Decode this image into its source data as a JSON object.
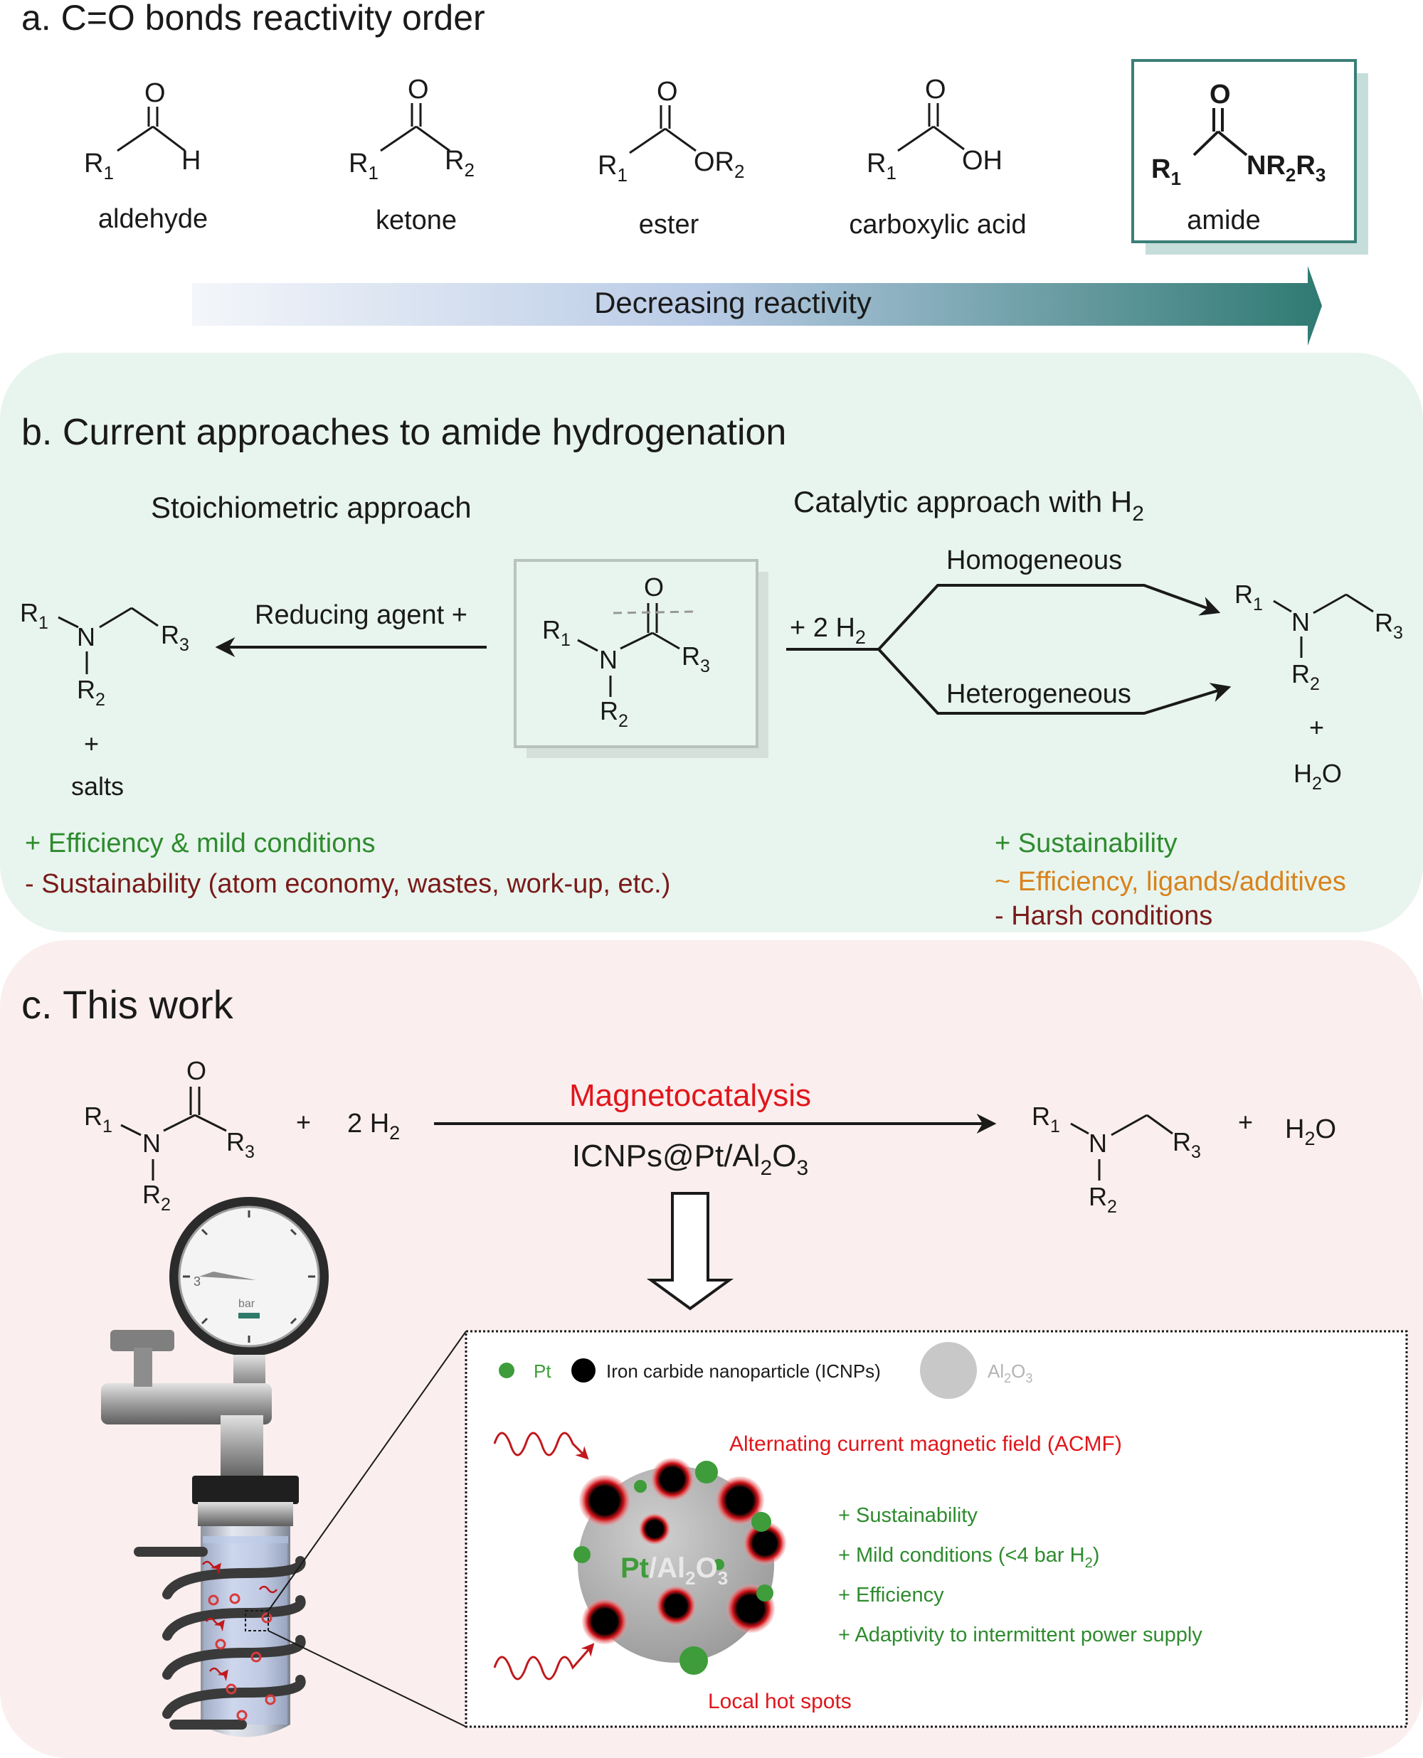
{
  "panel_a": {
    "title": "a. C=O bonds reactivity order",
    "compounds": [
      {
        "name": "aldehyde",
        "carbonyl_o": "O",
        "left_group": "R",
        "left_sub": "1",
        "right_group": "H",
        "right_sub": ""
      },
      {
        "name": "ketone",
        "carbonyl_o": "O",
        "left_group": "R",
        "left_sub": "1",
        "right_group": "R",
        "right_sub": "2"
      },
      {
        "name": "ester",
        "carbonyl_o": "O",
        "left_group": "R",
        "left_sub": "1",
        "right_group": "OR",
        "right_sub": "2"
      },
      {
        "name": "carboxylic acid",
        "carbonyl_o": "O",
        "left_group": "R",
        "left_sub": "1",
        "right_group": "OH",
        "right_sub": ""
      },
      {
        "name": "amide",
        "carbonyl_o": "O",
        "left_group": "R",
        "left_sub": "1",
        "right_group": "NR",
        "right_sub": "2",
        "right_group2": "R",
        "right_sub2": "3"
      }
    ],
    "arrow_label": "Decreasing reactivity",
    "colors": {
      "highlight_box": "#3a7f78",
      "box_shadow": "#c5dedb",
      "gradient_start": "#eef2f8",
      "gradient_mid": "#b9cbe6",
      "gradient_end": "#2f7a72"
    }
  },
  "panel_b": {
    "title": "b. Current approaches to amide hydrogenation",
    "stoich_heading": "Stoichiometric approach",
    "catalytic_heading": "Catalytic approach with H",
    "catalytic_heading_sub": "2",
    "reducing_agent": "Reducing agent  +",
    "h2_prefix": "+ 2 H",
    "h2_sub": "2",
    "homogeneous": "Homogeneous",
    "heterogeneous": "Heterogeneous",
    "plus": "+",
    "salts": "salts",
    "water": "H",
    "water_sub": "2",
    "water_o": "O",
    "stoich_pros": [
      {
        "text": "+ Efficiency & mild conditions",
        "color": "#2e8b2e"
      },
      {
        "text": "- Sustainability (atom economy, wastes, work-up, etc.)",
        "color": "#7a1a1a"
      }
    ],
    "catalytic_pros": [
      {
        "text": "+ Sustainability",
        "color": "#2e8b2e"
      },
      {
        "text": "~ Efficiency, ligands/additives",
        "color": "#d9821c"
      },
      {
        "text": "- Harsh conditions",
        "color": "#7a1a1a"
      }
    ],
    "colors": {
      "panel_bg": "#e8f5ee",
      "box": "#b9c3bd"
    }
  },
  "panel_c": {
    "title": "c. This work",
    "plus": "+",
    "h2_prefix": "2 H",
    "h2_sub": "2",
    "water": "H",
    "water_sub": "2",
    "water_o": "O",
    "arrow_top": "Magnetocatalysis",
    "catalyst_prefix": "ICNPs@Pt/Al",
    "catalyst_sub1": "2",
    "catalyst_mid": "O",
    "catalyst_sub2": "3",
    "legend": [
      {
        "label": "Pt",
        "color": "#3e9c3a"
      },
      {
        "label": "Iron carbide nanoparticle (ICNPs)",
        "color": "#000000"
      },
      {
        "label": "Al",
        "sub1": "2",
        "mid": "O",
        "sub2": "3",
        "color": "#c8c8c8"
      }
    ],
    "acmf": "Alternating current magnetic field (ACMF)",
    "hot_spots": "Local hot spots",
    "sphere_label_pt": "Pt",
    "sphere_label_rest": "/Al",
    "sphere_label_sub1": "2",
    "sphere_label_mid": "O",
    "sphere_label_sub2": "3",
    "benefits": [
      {
        "text": "+ Sustainability"
      },
      {
        "text": "+ Mild conditions (<4 bar H",
        "sub": "2",
        "suffix": ")"
      },
      {
        "text": "+ Efficiency"
      },
      {
        "text": "+ Adaptivity to intermittent power supply"
      }
    ],
    "gauge_number": "3",
    "gauge_unit": "bar",
    "colors": {
      "panel_bg": "#fbeeee",
      "red": "#e0161b",
      "green": "#2e8b2e"
    }
  },
  "atoms": {
    "N": "N",
    "O": "O",
    "R": "R",
    "s1": "1",
    "s2": "2",
    "s3": "3"
  }
}
